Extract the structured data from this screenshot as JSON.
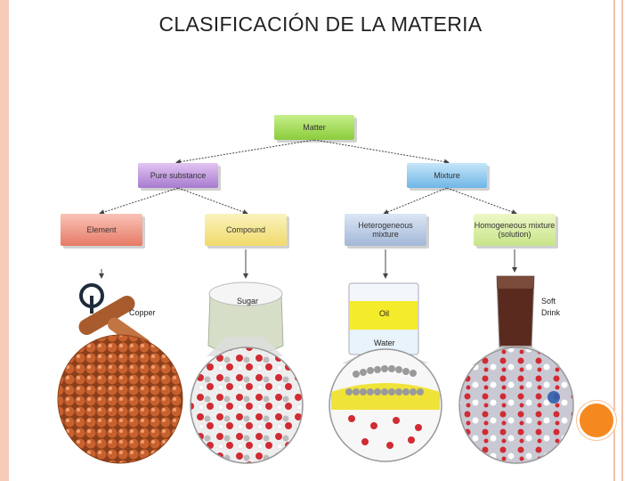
{
  "title": "CLASIFICACIÓN DE LA MATERIA",
  "boxes": {
    "matter": "Matter",
    "pure_substance": "Pure substance",
    "mixture": "Mixture",
    "element": "Element",
    "compound": "Compound",
    "heterogeneous": "Heterogeneous mixture",
    "homogeneous": "Homogeneous mixture (solution)"
  },
  "labels": {
    "copper": "Copper",
    "sugar": "Sugar",
    "oil": "Oil",
    "water": "Water",
    "soft_drink": "Soft Drink"
  },
  "colors": {
    "frame": "#f6cbb8",
    "accent": "#f5891f"
  }
}
